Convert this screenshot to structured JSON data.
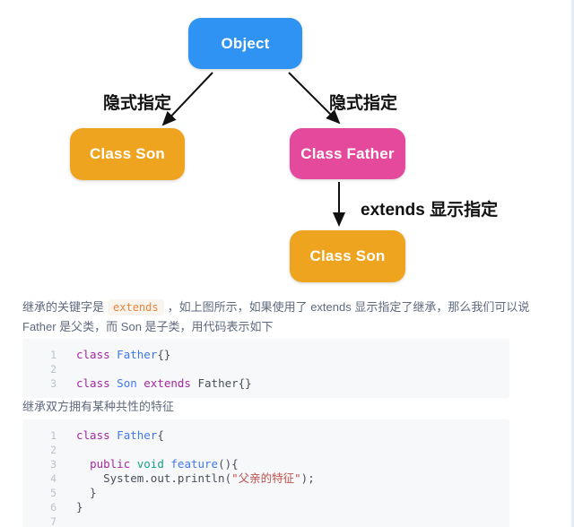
{
  "diagram": {
    "nodes": {
      "object": {
        "label": "Object",
        "color": "#2e93f2"
      },
      "son_left": {
        "label": "Class Son",
        "color": "#efa41f"
      },
      "father": {
        "label": "Class Father",
        "color": "#e4499c"
      },
      "son_bottom": {
        "label": "Class Son",
        "color": "#efa41f"
      }
    },
    "edge_labels": {
      "implicit_left": "隐式指定",
      "implicit_right": "隐式指定",
      "extends_label": "extends 显示指定"
    },
    "arrow_color": "#111111"
  },
  "content": {
    "paragraph1": {
      "prefix": "继承的关键字是",
      "inline_code": "extends",
      "suffix": "，如上图所示，如果使用了 extends 显示指定了继承，那么我们可以说 Father 是父类，而 Son 是子类，用代码表示如下"
    },
    "paragraph2": "继承双方拥有某种共性的特征",
    "code_blocks": [
      {
        "lines": [
          {
            "num": "1",
            "tokens": [
              [
                "class",
                "keyword"
              ],
              [
                " ",
                "plain"
              ],
              [
                "Father",
                "type"
              ],
              [
                "{}",
                "plain"
              ]
            ]
          },
          {
            "num": "2",
            "tokens": []
          },
          {
            "num": "3",
            "tokens": [
              [
                "class",
                "keyword"
              ],
              [
                " ",
                "plain"
              ],
              [
                "Son",
                "type"
              ],
              [
                " ",
                "plain"
              ],
              [
                "extends",
                "keyword"
              ],
              [
                " ",
                "plain"
              ],
              [
                "Father{}",
                "plain"
              ]
            ]
          }
        ]
      },
      {
        "lines": [
          {
            "num": "1",
            "tokens": [
              [
                "class",
                "keyword"
              ],
              [
                " ",
                "plain"
              ],
              [
                "Father",
                "type"
              ],
              [
                "{",
                "plain"
              ]
            ]
          },
          {
            "num": "2",
            "tokens": []
          },
          {
            "num": "3",
            "tokens": [
              [
                "  ",
                "plain"
              ],
              [
                "public",
                "keyword"
              ],
              [
                " ",
                "plain"
              ],
              [
                "void",
                "tealkw"
              ],
              [
                " ",
                "plain"
              ],
              [
                "feature",
                "type"
              ],
              [
                "(){",
                "plain"
              ]
            ]
          },
          {
            "num": "4",
            "tokens": [
              [
                "    ",
                "plain"
              ],
              [
                "System.out.println(",
                "plain"
              ],
              [
                "\"父亲的特征\"",
                "string"
              ],
              [
                ");",
                "plain"
              ]
            ]
          },
          {
            "num": "5",
            "tokens": [
              [
                "  }",
                "plain"
              ]
            ]
          },
          {
            "num": "6",
            "tokens": [
              [
                "}",
                "plain"
              ]
            ]
          },
          {
            "num": "7",
            "tokens": []
          }
        ]
      }
    ]
  }
}
